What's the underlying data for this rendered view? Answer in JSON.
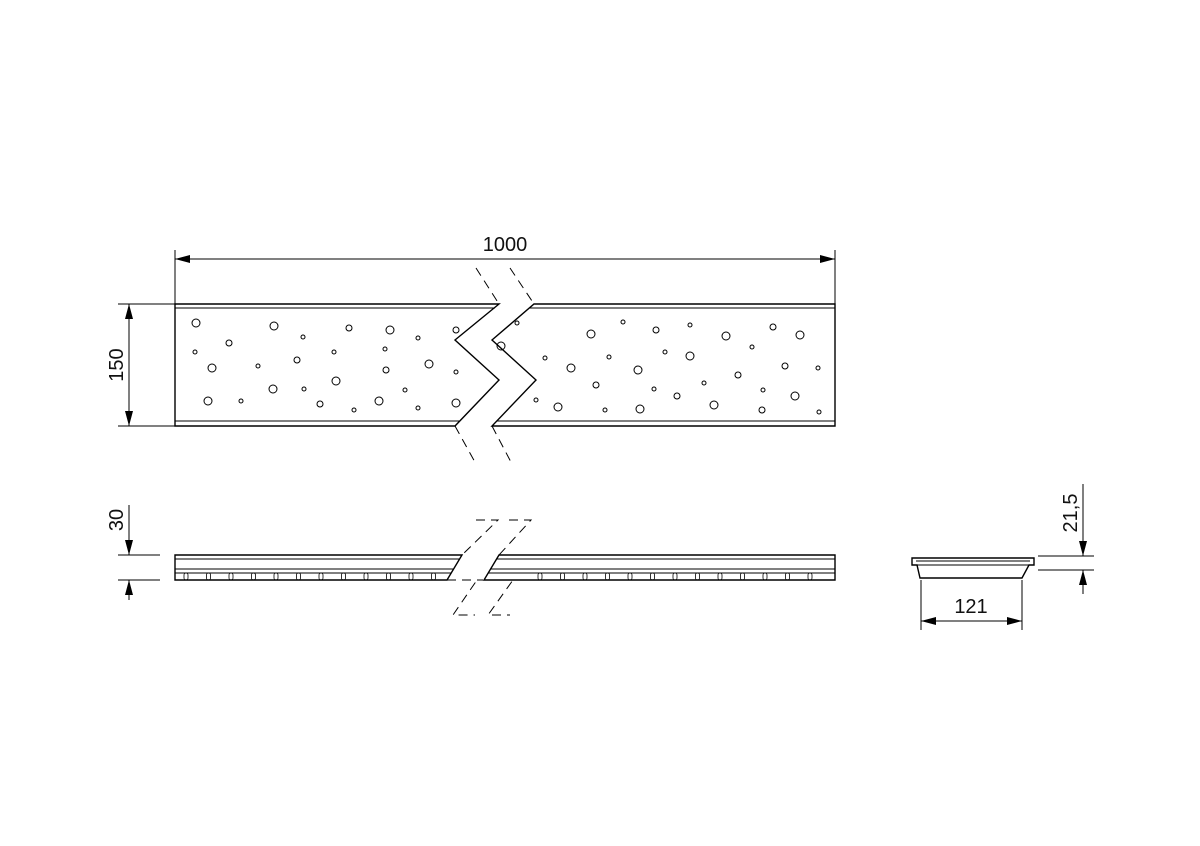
{
  "dimensions": {
    "length": "1000",
    "width": "150",
    "height": "30",
    "profile_height": "21,5",
    "profile_width": "121"
  },
  "colors": {
    "line": "#000000",
    "background": "#ffffff"
  }
}
